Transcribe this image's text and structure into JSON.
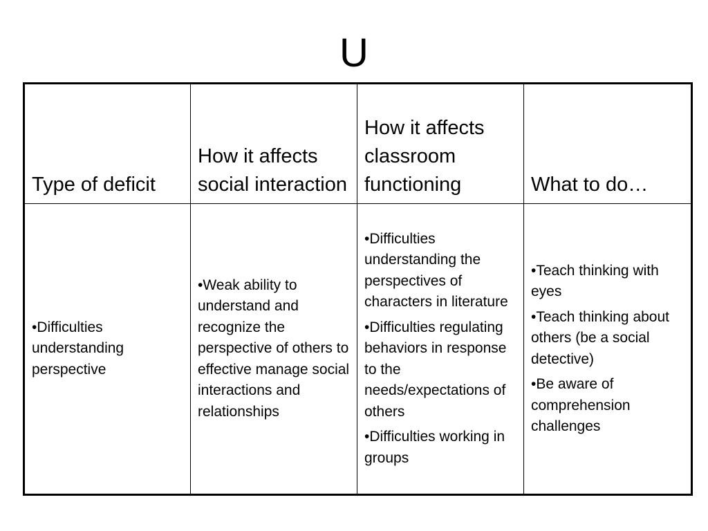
{
  "slide": {
    "title": "U"
  },
  "table": {
    "headers": [
      "Type of deficit",
      "How it affects social interaction",
      "How it affects classroom functioning",
      "What to do…"
    ],
    "rows": [
      {
        "type_of_deficit": [
          "•Difficulties understanding perspective"
        ],
        "social_interaction": [
          "•Weak ability to understand and recognize the perspective of others to effective manage social interactions and relationships"
        ],
        "classroom_functioning": [
          "•Difficulties understanding the perspectives of characters in literature",
          "•Difficulties regulating behaviors in response to the needs/expectations of others",
          "•Difficulties working in groups"
        ],
        "what_to_do": [
          "•Teach thinking with eyes",
          "•Teach thinking about others (be a social detective)",
          "•Be aware of comprehension challenges"
        ]
      }
    ]
  }
}
